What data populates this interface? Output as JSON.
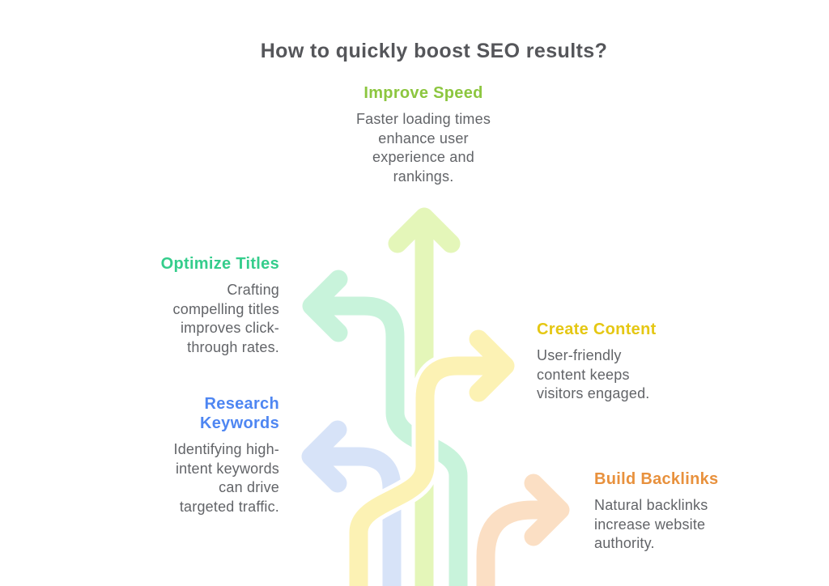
{
  "title": "How to quickly boost SEO results?",
  "title_color": "#55565A",
  "body_text_color": "#626468",
  "background_color": "#ffffff",
  "items": [
    {
      "id": "improve-speed",
      "label": "Improve Speed",
      "description": "Faster loading times\nenhance user\nexperience and\nrankings.",
      "heading_color": "#8CC63F",
      "arrow_color": "#E4F6B9",
      "arrow_direction": "up"
    },
    {
      "id": "optimize-titles",
      "label": "Optimize Titles",
      "description": "Crafting\ncompelling titles\nimproves click-\nthrough rates.",
      "heading_color": "#35CD8C",
      "arrow_color": "#C8F3DB",
      "arrow_direction": "left"
    },
    {
      "id": "create-content",
      "label": "Create Content",
      "description": "User-friendly\ncontent keeps\nvisitors engaged.",
      "heading_color": "#E5C713",
      "arrow_color": "#FCF2B4",
      "arrow_direction": "right"
    },
    {
      "id": "research-keywords",
      "label": "Research\nKeywords",
      "description": "Identifying high-\nintent keywords\ncan drive\ntargeted traffic.",
      "heading_color": "#4E86F2",
      "arrow_color": "#D7E3F8",
      "arrow_direction": "left"
    },
    {
      "id": "build-backlinks",
      "label": "Build Backlinks",
      "description": "Natural backlinks\nincrease website\nauthority.",
      "heading_color": "#E8913D",
      "arrow_color": "#FBDFC4",
      "arrow_direction": "right"
    }
  ]
}
